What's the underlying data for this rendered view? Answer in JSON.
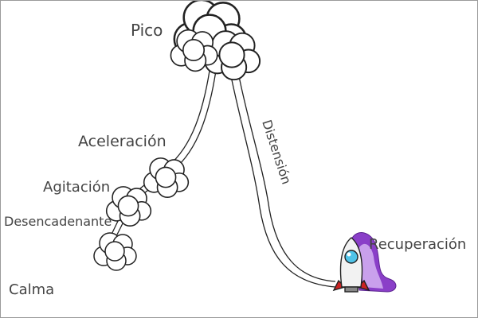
{
  "diagram": {
    "stages": {
      "calma": "Calma",
      "desencadenante": "Desencadenante",
      "agitacion": "Agitación",
      "aceleracion": "Aceleración",
      "pico": "Pico",
      "distension": "Distensión",
      "recuperacion": "Recuperación"
    },
    "colors": {
      "text": "#444444",
      "outline": "#222222",
      "cloud_fill": "#ffffff",
      "rocket_body": "#f2f2f2",
      "rocket_fins": "#cc2222",
      "rocket_window": "#4fc3e8",
      "exhaust": "#8a3fc8"
    }
  }
}
